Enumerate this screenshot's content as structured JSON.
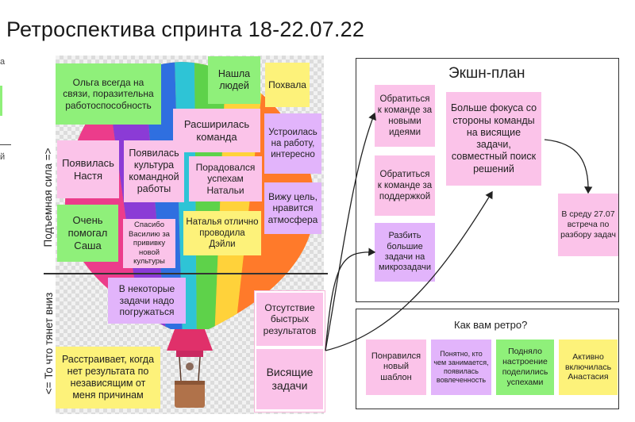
{
  "title": "Ретроспектива спринта 18-22.07.22",
  "edge": {
    "char1": "а",
    "char2": "й"
  },
  "axis": {
    "up_label": "Подъемная сила =>",
    "down_label": "<= То что тянет вниз"
  },
  "upward_notes": [
    "Ольга всегда на связи, поразительна работоспособность",
    "Нашла людей",
    "Похвала",
    "Расширилась команда",
    "Устроилась на работу, интересно",
    "Появилась Настя",
    "Появилась культура командной работы",
    "Порадовался успехам Натальи",
    "Вижу цель, нравится атмосфера",
    "Очень помогал Саша",
    "Спасибо Василию за прививку новой культуры",
    "Наталья отлично проводила Дэйли"
  ],
  "downward_notes": [
    "В некоторые задачи надо погружаться",
    "Расстраивает, когда нет результата по независящим от меня причинам",
    "Отсутствие быстрых результатов",
    "Висящие задачи"
  ],
  "action_plan": {
    "title": "Экшн-план",
    "items": [
      "Обратиться к команде за новыми идеями",
      "Обратиться к команде за поддержкой",
      "Разбить большие задачи на микрозадачи",
      "Больше фокуса со стороны команды на висящие задачи, совместный поиск решений",
      "В среду 27.07 встреча по разбору задач"
    ]
  },
  "retro_feedback": {
    "title": "Как вам ретро?",
    "items": [
      "Понравился новый шаблон",
      "Понятно, кто чем занимается, появилась вовлеченность",
      "Подняло настроение поделились успехами",
      "Активно включилась Анастасия"
    ]
  },
  "colors": {
    "green": "#8ff07a",
    "pink": "#fbc3e9",
    "lilac": "#e2b4fb",
    "yellow": "#fdf27a"
  }
}
